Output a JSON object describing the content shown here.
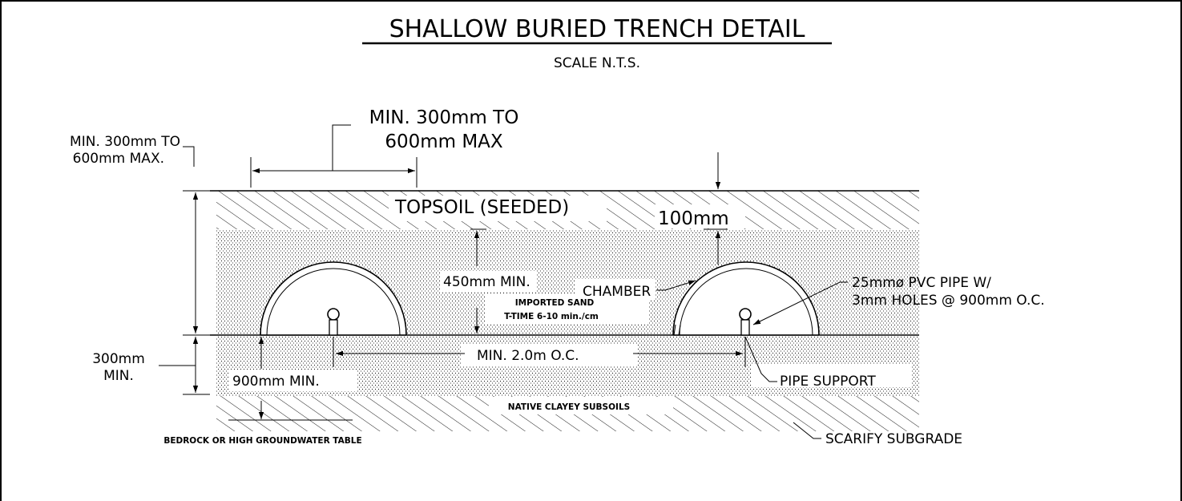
{
  "title": "SHALLOW BURIED TRENCH DETAIL",
  "scale": "SCALE N.T.S.",
  "labels": {
    "min_300_to_600_max_left_l1": "MIN. 300mm TO",
    "min_300_to_600_max_left_l2": "600mm MAX.",
    "min_300_to_600_max_top_l1": "MIN. 300mm TO",
    "min_300_to_600_max_top_l2": "600mm MAX",
    "topsoil": "TOPSOIL (SEEDED)",
    "dim_100": "100mm",
    "chamber": "CHAMBER",
    "pvc_pipe_l1": "25mmø PVC PIPE W/",
    "pvc_pipe_l2": "3mm HOLES @ 900mm O.C.",
    "dim_450": "450mm MIN.",
    "imported_sand": "IMPORTED SAND",
    "t_time": "T-TIME 6-10 min./cm",
    "dim_300_l1": "300mm",
    "dim_300_l2": "MIN.",
    "spacing": "MIN. 2.0m O.C.",
    "pipe_support": "PIPE SUPPORT",
    "dim_900": "900mm MIN.",
    "native_subsoils": "NATIVE CLAYEY SUBSOILS",
    "bedrock": "BEDROCK OR HIGH GROUNDWATER TABLE",
    "scarify": "SCARIFY SUBGRADE"
  }
}
